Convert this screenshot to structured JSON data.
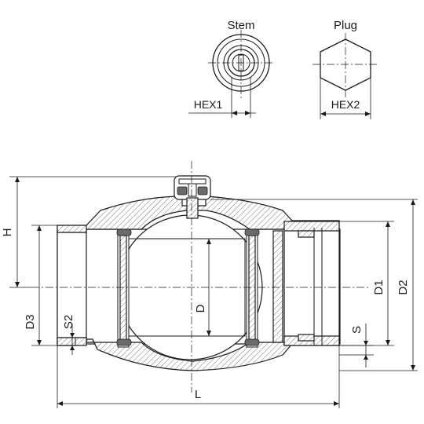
{
  "views": {
    "stem": {
      "title": "Stem",
      "dimension": "HEX1"
    },
    "plug": {
      "title": "Plug",
      "dimension": "HEX2"
    }
  },
  "dimensions": {
    "h": "H",
    "d3": "D3",
    "s2": "S2",
    "d": "D",
    "l": "L",
    "d1": "D1",
    "d2": "D2",
    "s": "S"
  }
}
